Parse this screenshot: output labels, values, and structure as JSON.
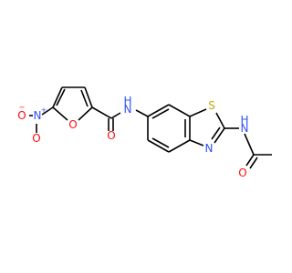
{
  "colors": {
    "carbon_bond": "#000000",
    "oxygen": "#ff0d0d",
    "nitrogen": "#3050f8",
    "sulfur": "#c8a800"
  },
  "atoms": {
    "nitro_o_minus": {
      "symbol": "O",
      "charge": "−",
      "color": "oxygen"
    },
    "nitro_n_plus": {
      "symbol": "N",
      "charge": "+",
      "color": "nitrogen"
    },
    "nitro_o_double": {
      "symbol": "O",
      "color": "oxygen"
    },
    "furan_o": {
      "symbol": "O",
      "color": "oxygen"
    },
    "furan_amide_o": {
      "symbol": "O",
      "color": "oxygen"
    },
    "furan_amide_nh": {
      "symbol": "N",
      "hydrogen": "H",
      "color": "nitrogen"
    },
    "thiazole_s": {
      "symbol": "S",
      "color": "sulfur"
    },
    "thiazole_n": {
      "symbol": "N",
      "color": "nitrogen"
    },
    "butanamide_nh": {
      "symbol": "N",
      "hydrogen": "H",
      "color": "nitrogen"
    },
    "butanamide_o": {
      "symbol": "O",
      "color": "oxygen"
    }
  }
}
